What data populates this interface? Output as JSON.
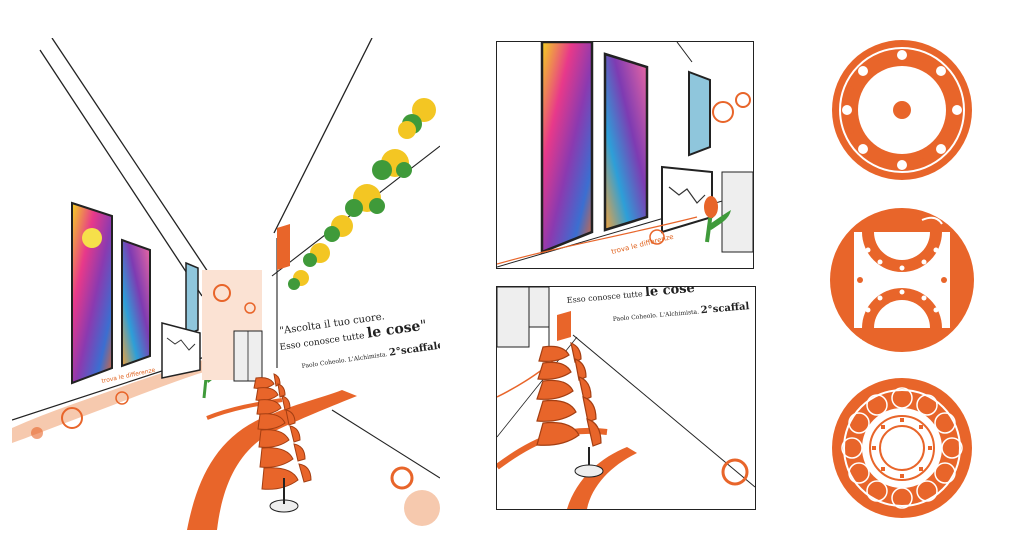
{
  "quote": {
    "line1": "\"Ascolta il tuo cuore.",
    "line2_prefix": "Esso conosce tutte ",
    "line2_emph": "le cose",
    "close_mark": "\"",
    "attribution_prefix": "Paolo Coheolo. L'Alchimista. ",
    "attribution_emph": "2°scaffale"
  },
  "crop_quote": {
    "line1_prefix": "Esso conosce tutte ",
    "line1_emph": "le cose",
    "close_mark": "\"",
    "attribution_prefix": "Paolo Coheolo. L'Alchimista. ",
    "attribution_emph": "2°scaffal"
  },
  "painting_caption": "trova le differenze",
  "colors": {
    "accent": "#e8652a",
    "line": "#222222",
    "window": "#8fc6dc",
    "leaf": "#3f9a3a",
    "flower": "#f3c623"
  }
}
